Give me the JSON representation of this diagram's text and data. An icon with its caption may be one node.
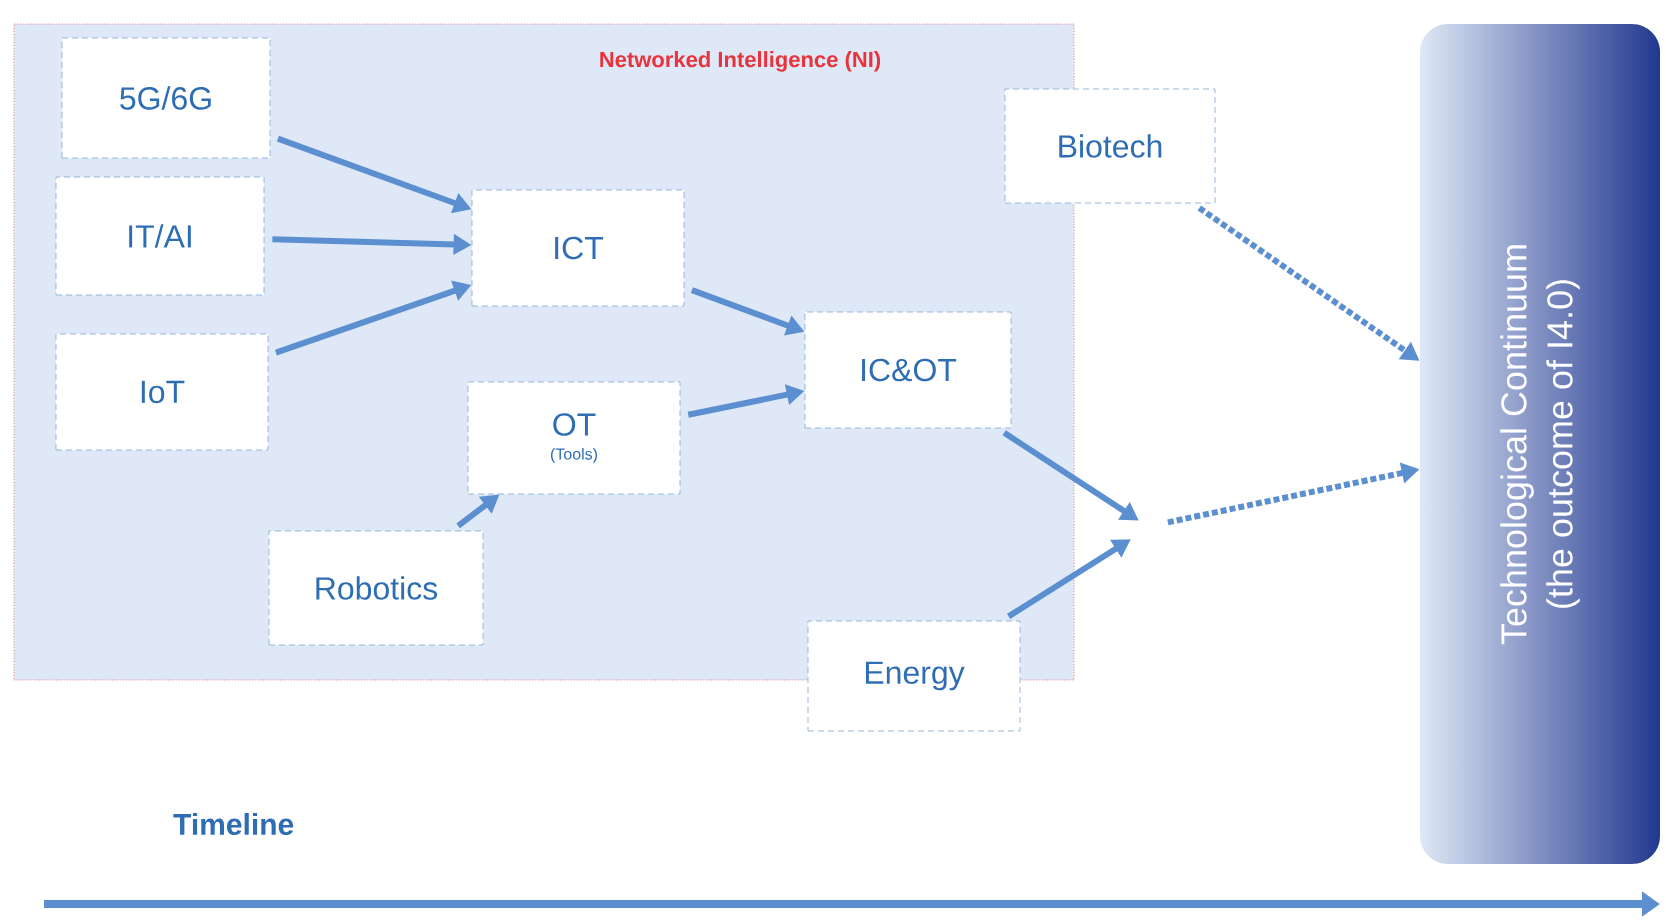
{
  "diagram": {
    "nodes": [
      {
        "text": [
          "Networked Intelligence (NI)"
        ]
      },
      {
        "text": [
          "5G/6G"
        ],
        "in": 0
      },
      {
        "text": [
          "IT/AI"
        ],
        "in": 0
      },
      {
        "text": [
          "IoT"
        ],
        "in": 0
      },
      {
        "text": [
          "ICT"
        ],
        "in": 0
      },
      {
        "text": [
          "OT",
          "(Tools)"
        ],
        "in": 0
      },
      {
        "text": [
          "IC&OT"
        ],
        "in": 0
      },
      {
        "text": [
          "Robotics"
        ],
        "in": 0
      },
      {
        "text": [
          "Biotech"
        ]
      },
      {
        "text": [
          "Energy"
        ]
      },
      {
        "text": [
          "Technological Continuum",
          "(the outcome of I4.0)"
        ]
      }
    ],
    "edges": [
      {
        "from": 1,
        "to": 4,
        "arrow": "to"
      },
      {
        "from": 2,
        "to": 4,
        "arrow": "to"
      },
      {
        "from": 3,
        "to": 4,
        "arrow": "to"
      },
      {
        "from": 4,
        "to": 6,
        "arrow": "to"
      },
      {
        "from": 5,
        "to": 6,
        "arrow": "to"
      },
      {
        "from": 7,
        "to": 5,
        "arrow": "to"
      },
      {
        "from": 8,
        "to": 10,
        "arrow": "to",
        "style": "dashed"
      },
      {
        "from": 6,
        "to": null,
        "arrow": "to"
      },
      {
        "from": 9,
        "to": null,
        "arrow": "to"
      },
      {
        "from": null,
        "to": 10,
        "arrow": "to",
        "style": "dashed"
      }
    ],
    "labels": [
      "Timeline"
    ]
  }
}
